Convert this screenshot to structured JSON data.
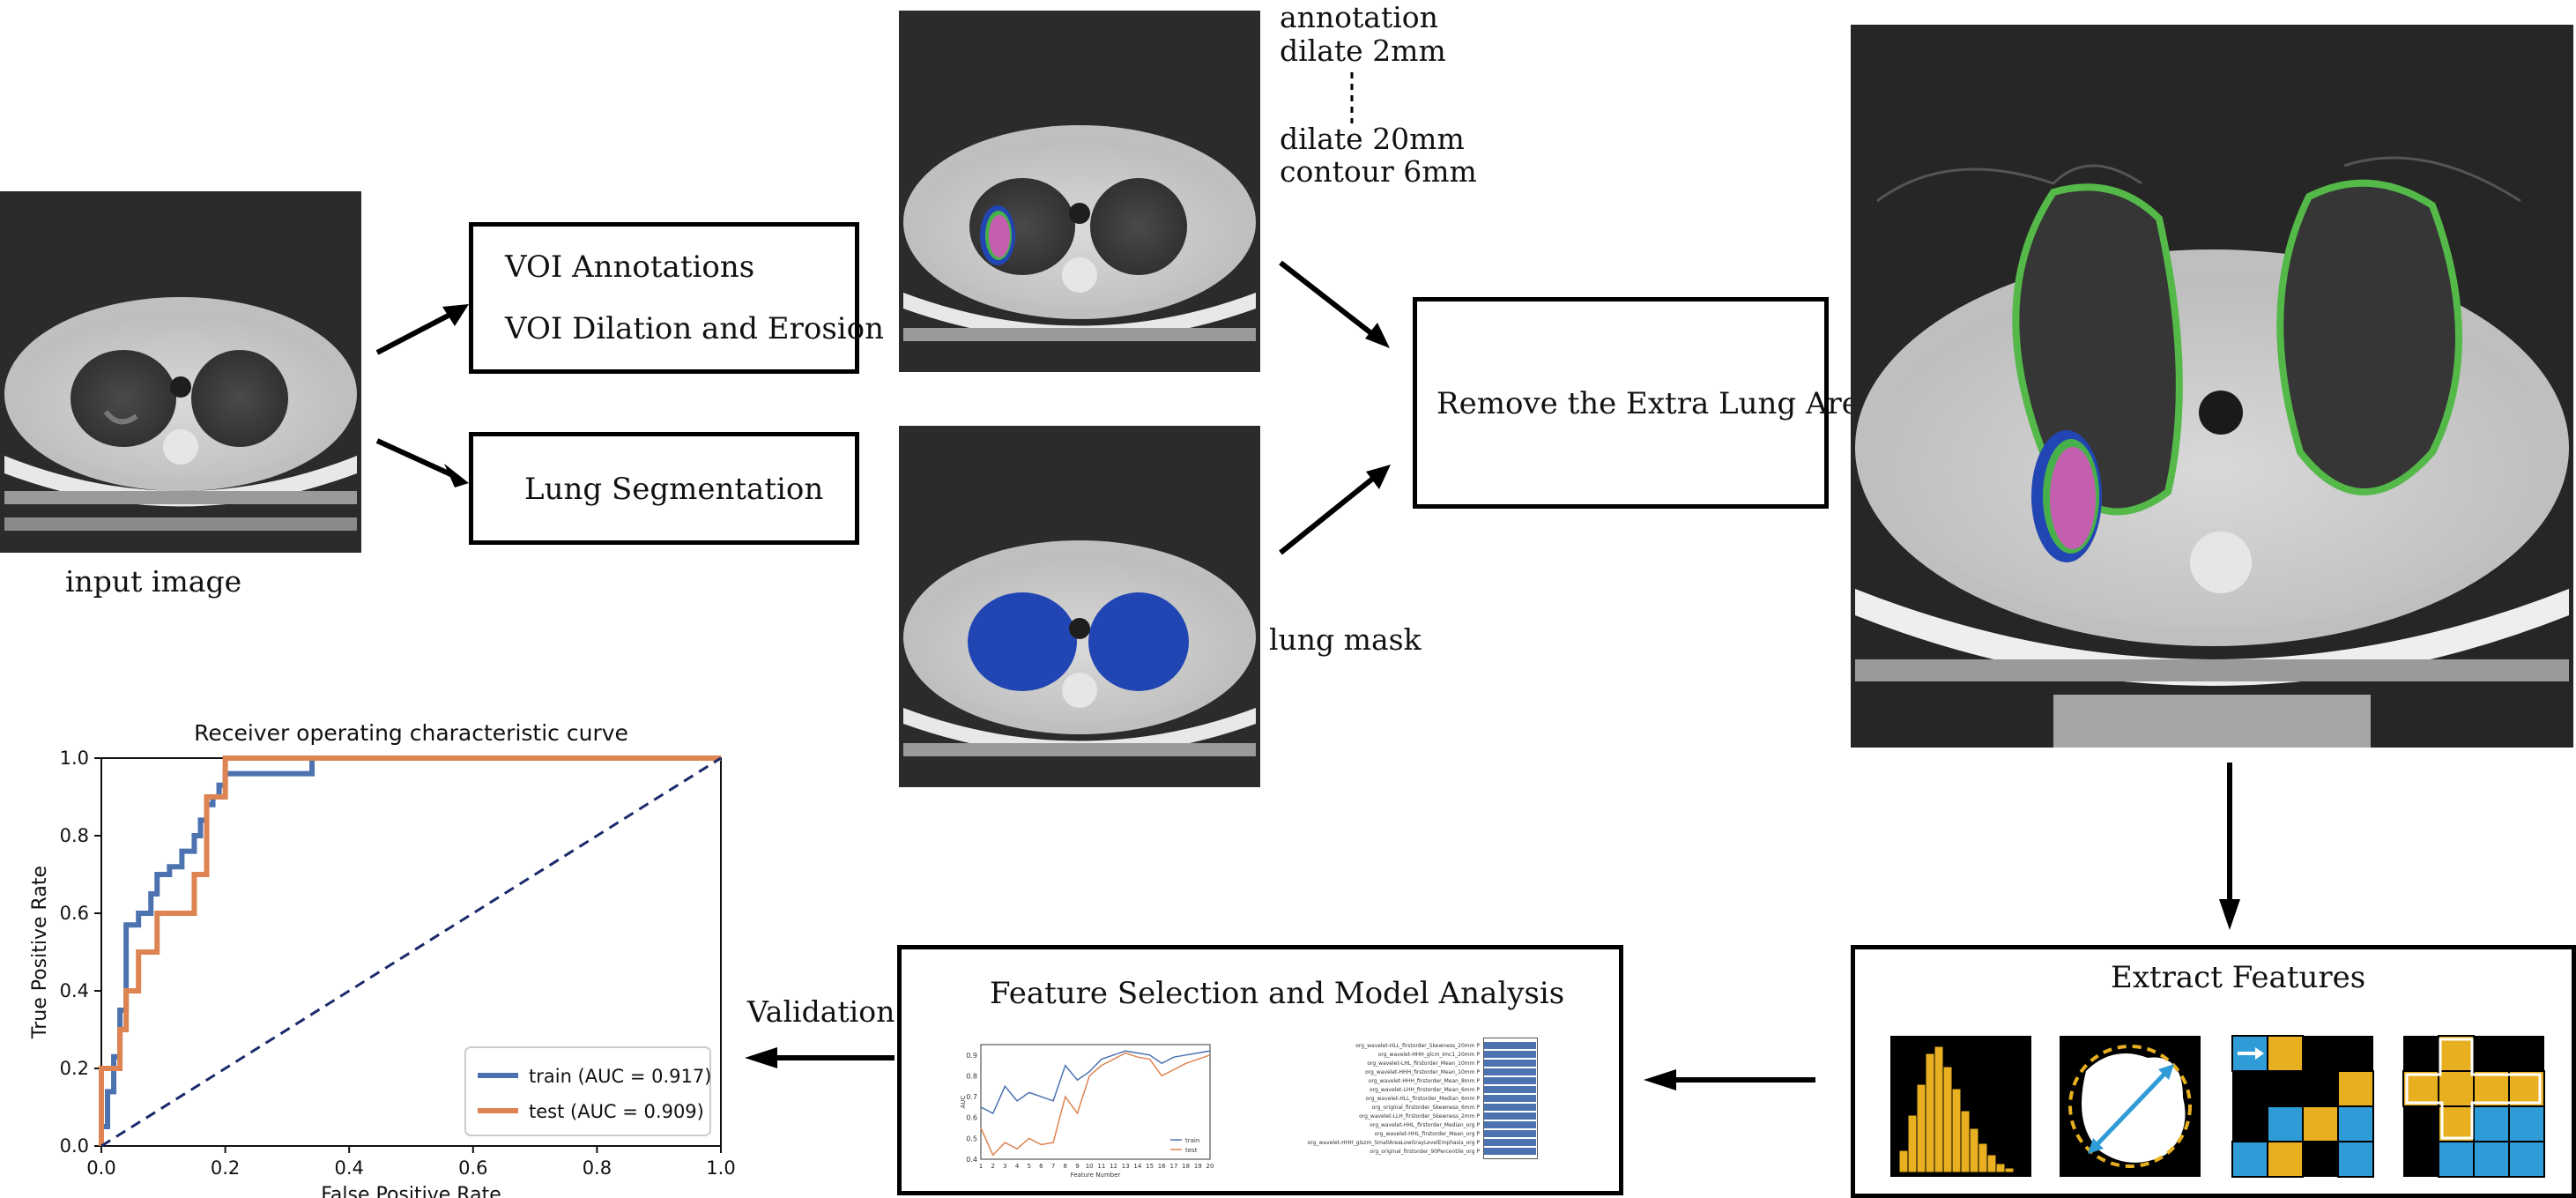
{
  "input_label": "input image",
  "voi_box": {
    "line1": "VOI Annotations",
    "line2": "VOI Dilation and Erosion"
  },
  "lung_seg_box": "Lung Segmentation",
  "annotation_notes": {
    "line1": "annotation",
    "line2": "dilate 2mm",
    "line3": "dilate 20mm",
    "line4": "contour 6mm"
  },
  "lung_mask_label": "lung mask",
  "remove_box": "Remove the Extra Lung Area",
  "extract_box": {
    "title": "Extract Features"
  },
  "feature_box": {
    "title": "Feature Selection and Model Analysis",
    "mini_chart": {
      "xlabel": "Feature Number",
      "ylabel": "AUC",
      "legend": [
        "train",
        "test"
      ],
      "x": [
        1,
        2,
        3,
        4,
        5,
        6,
        7,
        8,
        9,
        10,
        11,
        12,
        13,
        14,
        15,
        16,
        17,
        18,
        19,
        20
      ],
      "yticks": [
        "0.9",
        "0.8",
        "0.7",
        "0.6",
        "0.5",
        "0.4"
      ],
      "train": [
        0.65,
        0.62,
        0.75,
        0.68,
        0.72,
        0.7,
        0.68,
        0.85,
        0.78,
        0.82,
        0.88,
        0.9,
        0.92,
        0.91,
        0.9,
        0.86,
        0.89,
        0.9,
        0.91,
        0.92
      ],
      "test": [
        0.55,
        0.42,
        0.48,
        0.45,
        0.5,
        0.47,
        0.48,
        0.7,
        0.62,
        0.8,
        0.85,
        0.88,
        0.91,
        0.89,
        0.88,
        0.8,
        0.83,
        0.86,
        0.88,
        0.9
      ]
    },
    "feature_list": [
      "org_wavelet-HLL_firstorder_Skewness_20mm P",
      "org_wavelet-HHH_glcm_Imc1_20mm P",
      "org_wavelet-LHL_firstorder_Mean_10mm P",
      "org_wavelet-HHH_firstorder_Mean_10mm P",
      "org_wavelet-HHH_firstorder_Mean_8mm P",
      "org_wavelet-LHH_firstorder_Mean_6mm P",
      "org_wavelet-HLL_firstorder_Median_6mm P",
      "org_original_firstorder_Skewness_6mm P",
      "org_wavelet-LLH_firstorder_Skewness_2mm P",
      "org_wavelet-HHL_firstorder_Median_org P",
      "org_wavelet-HHL_firstorder_Mean_org P",
      "org_wavelet-HHH_glszm_SmallAreaLowGrayLevelEmphasis_org P",
      "org_original_firstorder_90Percentile_org P"
    ]
  },
  "validation_label": "Validation",
  "chart_data": {
    "type": "line",
    "title": "Receiver operating characteristic curve",
    "xlabel": "False Positive Rate",
    "ylabel": "True Positive Rate",
    "xlim": [
      0.0,
      1.0
    ],
    "ylim": [
      0.0,
      1.0
    ],
    "xticks": [
      "0.0",
      "0.2",
      "0.4",
      "0.6",
      "0.8",
      "1.0"
    ],
    "yticks": [
      "0.0",
      "0.2",
      "0.4",
      "0.6",
      "0.8",
      "1.0"
    ],
    "legend_position": "lower-right",
    "series": [
      {
        "name": "train (AUC = 0.917)",
        "color": "#4c72b0",
        "x": [
          0,
          0,
          0.01,
          0.01,
          0.02,
          0.02,
          0.03,
          0.03,
          0.04,
          0.04,
          0.06,
          0.06,
          0.08,
          0.08,
          0.09,
          0.09,
          0.11,
          0.11,
          0.13,
          0.13,
          0.15,
          0.15,
          0.16,
          0.16,
          0.17,
          0.17,
          0.18,
          0.18,
          0.19,
          0.19,
          0.2,
          0.2,
          0.34,
          0.34,
          1.0
        ],
        "y": [
          0,
          0.05,
          0.05,
          0.14,
          0.14,
          0.23,
          0.23,
          0.35,
          0.35,
          0.57,
          0.57,
          0.6,
          0.6,
          0.65,
          0.65,
          0.7,
          0.7,
          0.72,
          0.72,
          0.76,
          0.76,
          0.8,
          0.8,
          0.84,
          0.84,
          0.88,
          0.88,
          0.9,
          0.9,
          0.93,
          0.93,
          0.96,
          0.96,
          1.0,
          1.0
        ]
      },
      {
        "name": "test (AUC = 0.909)",
        "color": "#dd8452",
        "x": [
          0,
          0,
          0.03,
          0.03,
          0.04,
          0.04,
          0.06,
          0.06,
          0.09,
          0.09,
          0.15,
          0.15,
          0.17,
          0.17,
          0.18,
          0.18,
          0.2,
          0.2,
          1.0
        ],
        "y": [
          0,
          0.2,
          0.2,
          0.3,
          0.3,
          0.4,
          0.4,
          0.5,
          0.5,
          0.6,
          0.6,
          0.7,
          0.7,
          0.9,
          0.9,
          0.9,
          0.9,
          1.0,
          1.0
        ]
      },
      {
        "name": "",
        "color": "#1b2a6b",
        "x": [
          0,
          1
        ],
        "y": [
          0,
          1
        ]
      }
    ]
  }
}
